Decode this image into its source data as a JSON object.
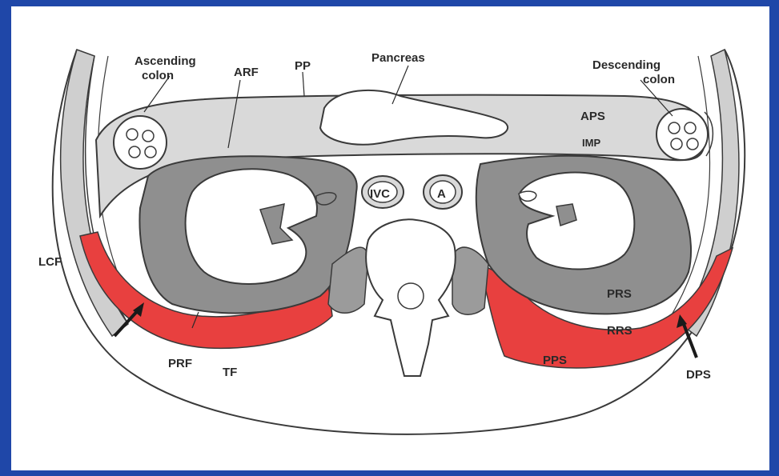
{
  "labels": {
    "ascending_colon_1": "Ascending",
    "ascending_colon_2": "colon",
    "arf": "ARF",
    "pp": "PP",
    "pancreas": "Pancreas",
    "descending_colon_1": "Descending",
    "descending_colon_2": "colon",
    "aps": "APS",
    "imp": "IMP",
    "ivc": "IVC",
    "aorta": "A",
    "lcf": "LCF",
    "prs": "PRS",
    "rrs": "RRS",
    "pps": "PPS",
    "prf": "PRF",
    "tf": "TF",
    "dps": "DPS"
  },
  "colors": {
    "frame": "#1f47a8",
    "retroperitoneal_red": "#e8403f",
    "perirenal_gray": "#8f8f8f",
    "anterior_space": "#d9d9d9",
    "outline": "#3a3a3a"
  }
}
